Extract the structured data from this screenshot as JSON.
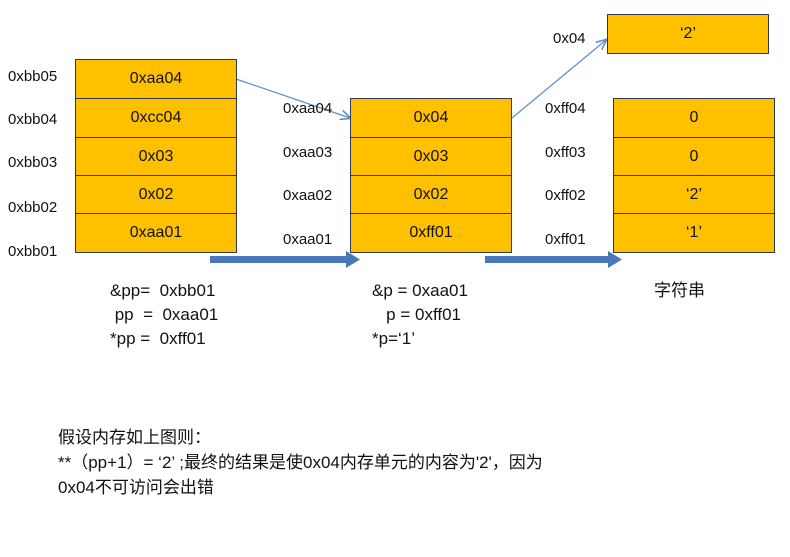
{
  "pp_block": {
    "addresses": [
      "0xbb05",
      "0xbb04",
      "0xbb03",
      "0xbb02",
      "0xbb01"
    ],
    "cells": [
      "0xaa04",
      "0xcc04",
      "0x03",
      "0x02",
      "0xaa01"
    ],
    "caption": [
      "&pp=  0xbb01",
      " pp  =  0xaa01",
      "*pp =  0xff01"
    ]
  },
  "p_block": {
    "addresses": [
      "0xaa04",
      "0xaa03",
      "0xaa02",
      "0xaa01"
    ],
    "cells": [
      "0x04",
      "0x03",
      "0x02",
      "0xff01"
    ],
    "caption": [
      "&p = 0xaa01",
      "   p = 0xff01",
      "*p=‘1’"
    ]
  },
  "str_block": {
    "addresses": [
      "0xff04",
      "0xff03",
      "0xff02",
      "0xff01"
    ],
    "cells": [
      "0",
      "0",
      "‘2’",
      "‘1’"
    ],
    "caption": "字符串"
  },
  "top_block": {
    "address": "0x04",
    "cell": "‘2’"
  },
  "note": [
    "假设内存如上图则：",
    "**（pp+1）=  ‘2’ ;最终的结果是使0x04内存单元的内容为'2'，因为",
    "0x04不可访问会出错"
  ],
  "colors": {
    "cell_fill": "#FFC000",
    "cell_border": "#2f3b4f",
    "arrow": "#4a78b8",
    "pointer_line": "#5b8fc9"
  }
}
